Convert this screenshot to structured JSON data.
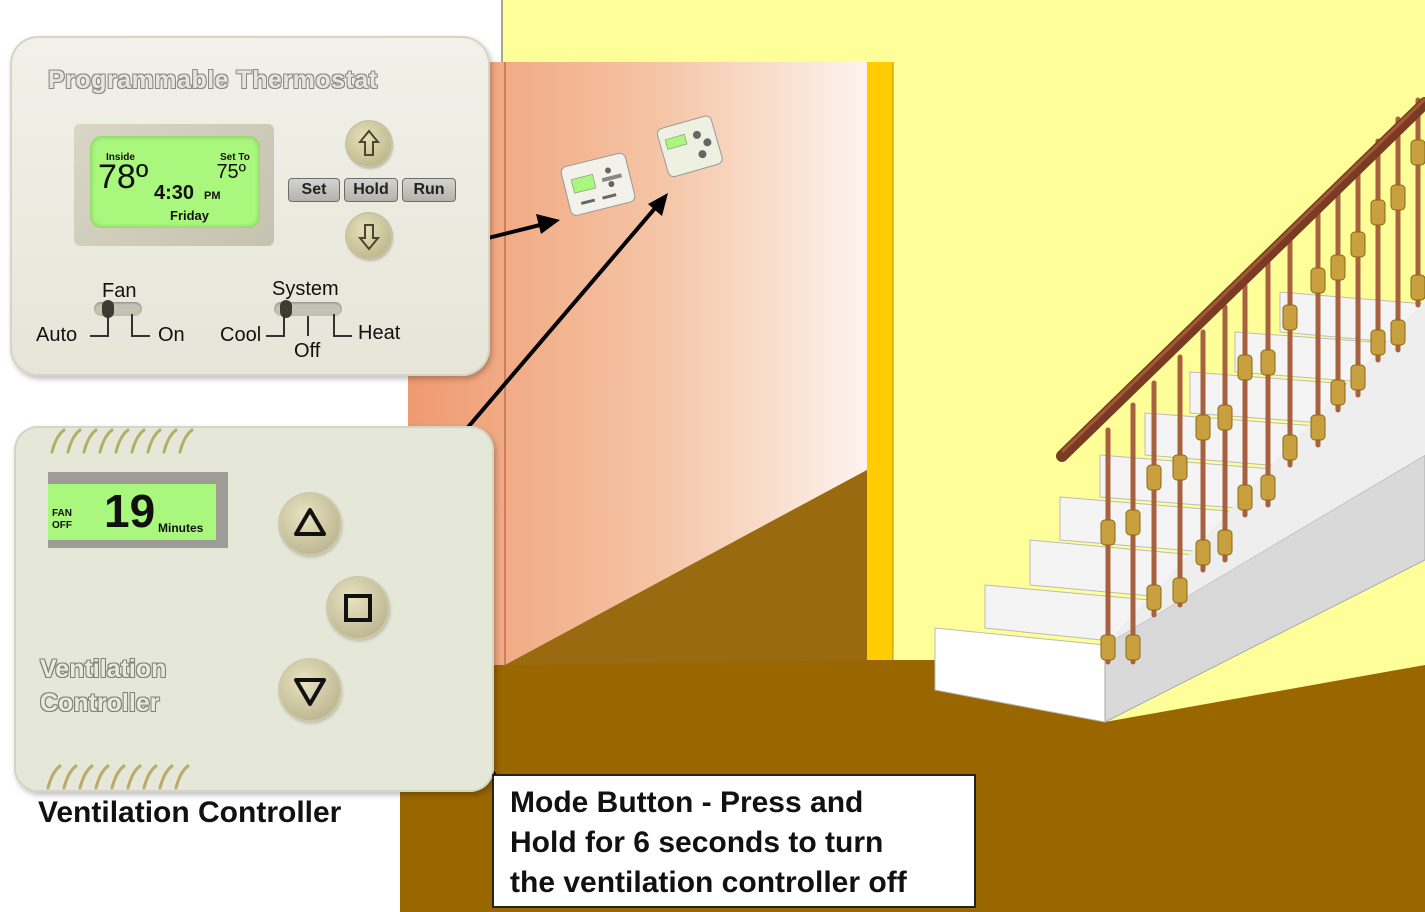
{
  "thermostat": {
    "title": "Programmable Thermostat",
    "display": {
      "inside_label": "Inside",
      "inside_temp": "78º",
      "set_to_label": "Set To",
      "set_temp": "75º",
      "time": "4:30",
      "ampm": "PM",
      "day": "Friday"
    },
    "buttons": {
      "set": "Set",
      "hold": "Hold",
      "run": "Run",
      "up": "up-arrow-icon",
      "down": "down-arrow-icon"
    },
    "fan": {
      "label": "Fan",
      "options": [
        "Auto",
        "On"
      ],
      "selected": "Auto"
    },
    "system": {
      "label": "System",
      "options": [
        "Cool",
        "Off",
        "Heat"
      ],
      "selected": "Cool"
    }
  },
  "ventilation_controller": {
    "title_line1": "Ventilation",
    "title_line2": "Controller",
    "display": {
      "status_line1": "FAN",
      "status_line2": "OFF",
      "value": "19",
      "unit": "Minutes"
    },
    "buttons": {
      "up": "triangle-up-icon",
      "mode": "square-icon",
      "down": "triangle-down-icon"
    },
    "caption": "Ventilation  Controller"
  },
  "callout": {
    "lines": [
      "Mode Button  -  Press and",
      "Hold for 6 seconds to turn",
      "the ventilation  controller off"
    ]
  },
  "colors": {
    "lcd": "#a9f77d",
    "wall_yellow": "#ffff99",
    "floor_brown": "#996600",
    "handrail": "#7a3b22",
    "door_trim": "#ffcc00"
  }
}
